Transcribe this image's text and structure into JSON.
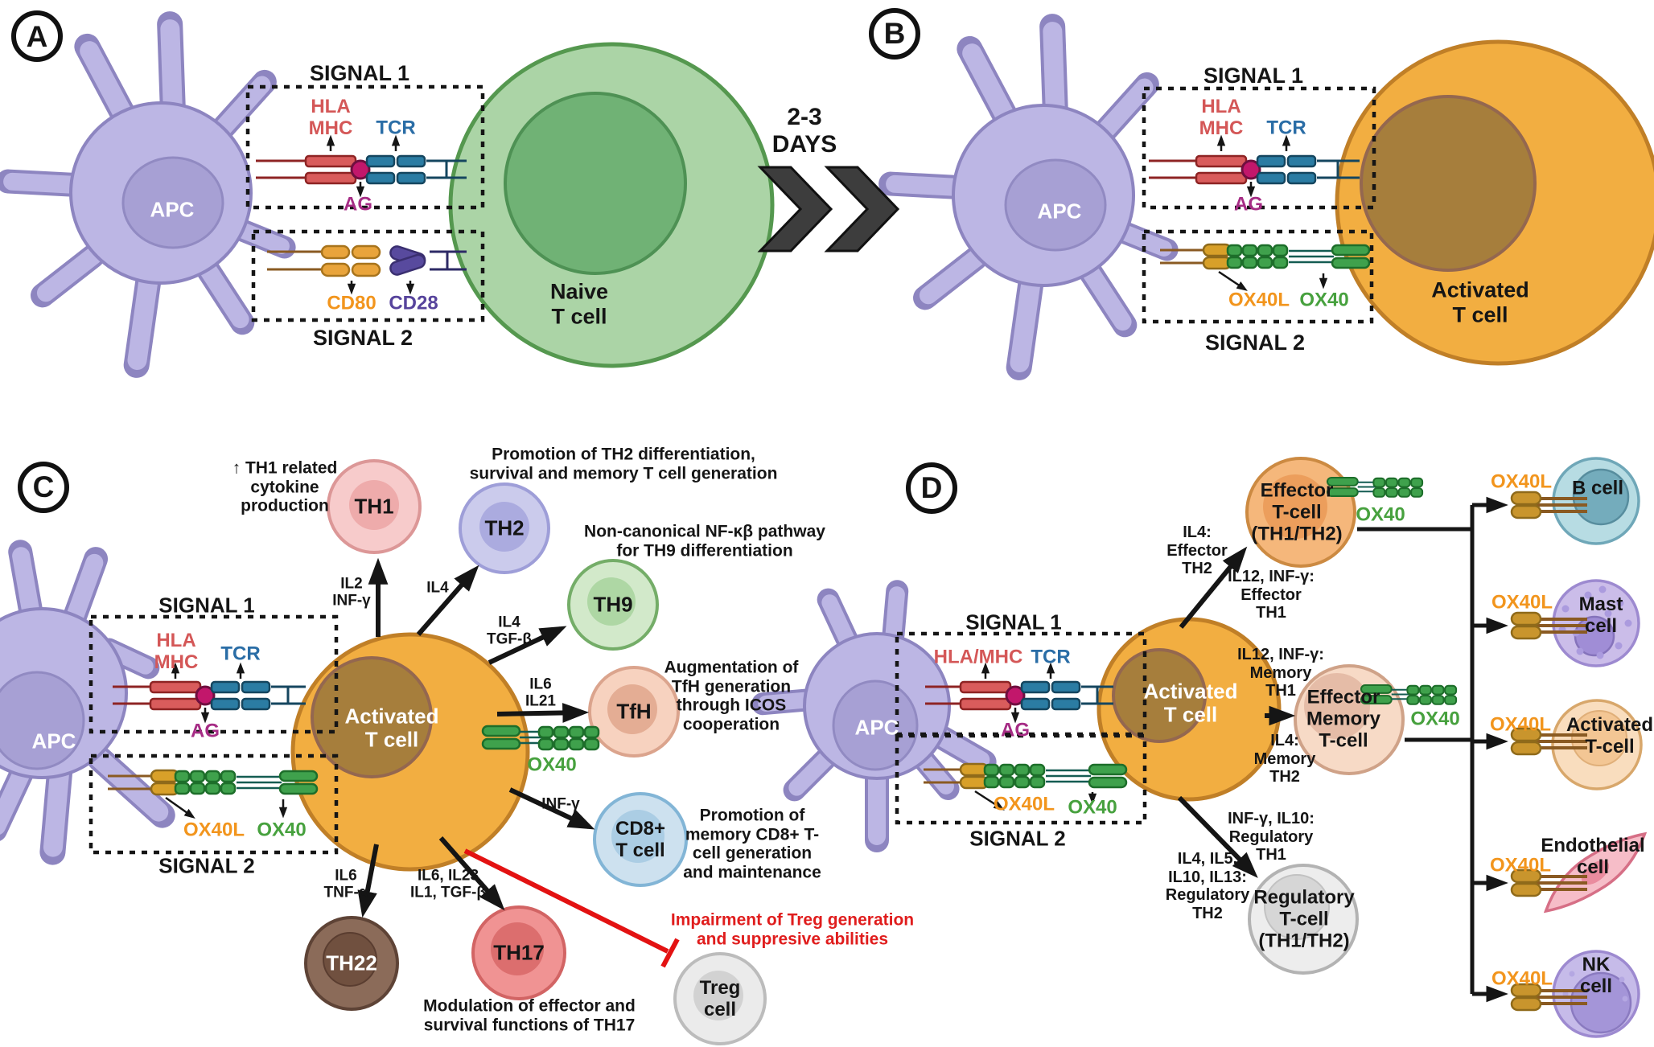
{
  "colors": {
    "apc_fill": "#bcb6e4",
    "apc_stroke": "#8d85c0",
    "naive_fill": "#abd4a6",
    "naive_stroke": "#55984f",
    "activated_fill": "#f2ae41",
    "activated_stroke": "#c07f27",
    "nucleus_brown": "#a67e3c",
    "hla_red": "#d45757",
    "tcr_blue": "#2a6da6",
    "ag_magenta": "#a62c85",
    "cd80_orange": "#e9a43b",
    "cd28_purple": "#57449c",
    "ox40l_orange": "#f2951d",
    "ox40_green": "#47a13e",
    "inhibit_red": "#e01d1d"
  },
  "panelA": {
    "tag": "A",
    "apc": "APC",
    "signal1": "SIGNAL 1",
    "signal2": "SIGNAL 2",
    "hla": "HLA\nMHC",
    "tcr": "TCR",
    "ag": "AG",
    "cd80": "CD80",
    "cd28": "CD28",
    "cell": "Naive\nT cell"
  },
  "transition": {
    "days": "2-3\nDAYS"
  },
  "panelB": {
    "tag": "B",
    "apc": "APC",
    "signal1": "SIGNAL 1",
    "signal2": "SIGNAL 2",
    "hla": "HLA\nMHC",
    "tcr": "TCR",
    "ag": "AG",
    "ox40l": "OX40L",
    "ox40": "OX40",
    "cell": "Activated\nT cell"
  },
  "panelC": {
    "tag": "C",
    "apc": "APC",
    "signal1": "SIGNAL 1",
    "signal2": "SIGNAL 2",
    "hla": "HLA\nMHC",
    "tcr": "TCR",
    "ag": "AG",
    "ox40l": "OX40L",
    "ox40": "OX40",
    "ox40_center": "OX40",
    "cell": "Activated\nT cell",
    "ann_th1": "↑ TH1 related\ncytokine\nproduction",
    "ann_th2": "Promotion of TH2 differentiation,\nsurvival and memory T cell generation",
    "ann_th9": "Non-canonical NF-κβ pathway\nfor TH9 differentiation",
    "ann_tfh": "Augmentation of\nTfH generation\nthrough ICOS\ncooperation",
    "ann_cd8": "Promotion of\nmemory CD8+ T-\ncell generation\nand maintenance",
    "ann_treg": "Impairment of Treg generation\nand suppresive abilities",
    "ann_th17": "Modulation of effector and\nsurvival functions of TH17",
    "cyt_th1": "IL2\nINF-γ",
    "cyt_th2": "IL4",
    "cyt_th9": "IL4\nTGF-β",
    "cyt_tfh": "IL6\nIL21",
    "cyt_cd8": "INF-γ",
    "cyt_th22": "IL6\nTNF-α",
    "cyt_th17": "IL6, IL23\nIL1, TGF-β",
    "th1": "TH1",
    "th2": "TH2",
    "th9": "TH9",
    "tfh": "TfH",
    "cd8": "CD8+\nT cell",
    "th22": "TH22",
    "th17": "TH17",
    "treg": "Treg\ncell"
  },
  "panelD": {
    "tag": "D",
    "apc": "APC",
    "signal1": "SIGNAL 1",
    "signal2": "SIGNAL 2",
    "hla": "HLA/MHC",
    "tcr": "TCR",
    "ag": "AG",
    "ox40l": "OX40L",
    "ox40": "OX40",
    "cell": "Activated\nT cell",
    "lbl_eff_th2": "IL4:\nEffector\nTH2",
    "lbl_eff_th1": "IL12, INF-γ:\nEffector\nTH1",
    "lbl_mem_th1": "IL12, INF-γ:\nMemory\nTH1",
    "lbl_mem_th2": "IL4:\nMemory\nTH2",
    "lbl_reg_th1": "INF-γ, IL10:\nRegulatory\nTH1",
    "lbl_reg_th2": "IL4, IL5,\nIL10, IL13:\nRegulatory\nTH2",
    "effector": "Effector\nT-cell\n(TH1/TH2)",
    "effector_ox40": "OX40",
    "memory": "Effector\nMemory\nT-cell",
    "memory_ox40": "OX40",
    "regulatory": "Regulatory\nT-cell\n(TH1/TH2)",
    "targets": [
      {
        "ox40l": "OX40L",
        "name": "B cell"
      },
      {
        "ox40l": "OX40L",
        "name": "Mast\ncell"
      },
      {
        "ox40l": "OX40L",
        "name": "Activated\nT-cell"
      },
      {
        "ox40l": "OX40L",
        "name": "Endothelial\ncell"
      },
      {
        "ox40l": "OX40L",
        "name": "NK cell"
      }
    ]
  }
}
